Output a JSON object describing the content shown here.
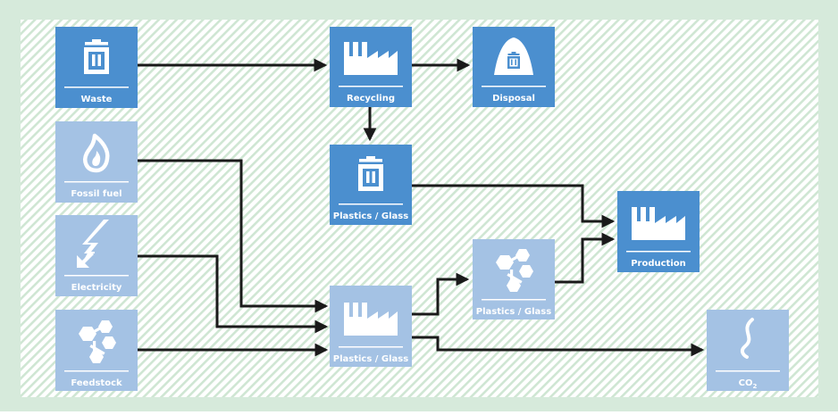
{
  "colors": {
    "frame": "#d6eadb",
    "hatch": "#cfe6d3",
    "node_dark": "#4b8fcf",
    "node_light": "#a4c2e4",
    "arrow": "#1a1a1a"
  },
  "nodes": {
    "waste": {
      "label": "Waste",
      "icon": "trash-bin-icon"
    },
    "recycling": {
      "label": "Recycling",
      "icon": "factory-icon"
    },
    "disposal": {
      "label": "Disposal",
      "icon": "landfill-icon"
    },
    "fossil_fuel": {
      "label": "Fossil fuel",
      "icon": "flame-icon"
    },
    "plastics_glass_top": {
      "label": "Plastics / Glass",
      "icon": "trash-bin-icon"
    },
    "production": {
      "label": "Production",
      "icon": "factory-icon"
    },
    "electricity": {
      "label": "Electricity",
      "icon": "lightning-icon"
    },
    "plastics_glass_right": {
      "label": "Plastics / Glass",
      "icon": "molecule-icon"
    },
    "plastics_glass_bottom": {
      "label": "Plastics / Glass",
      "icon": "factory-icon"
    },
    "feedstock": {
      "label": "Feedstock",
      "icon": "molecule-icon"
    },
    "co2": {
      "label": "CO",
      "label_sub": "2",
      "icon": "smoke-icon"
    }
  }
}
